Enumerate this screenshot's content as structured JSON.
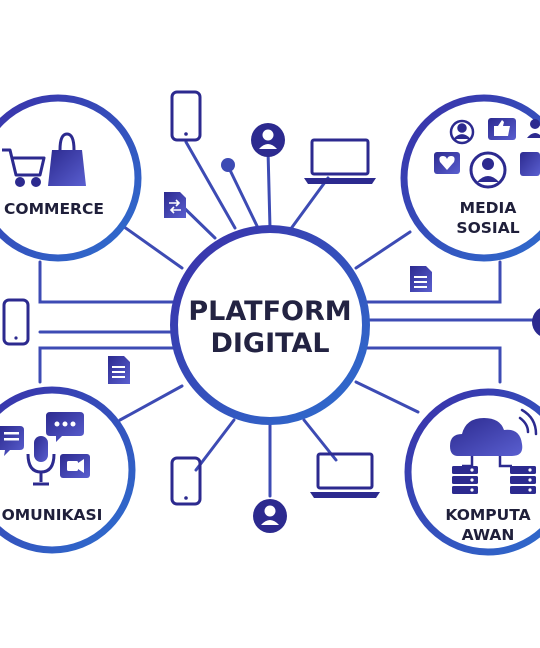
{
  "center": {
    "line1": "PLATFORM",
    "line2": "DIGITAL"
  },
  "nodes": {
    "ecommerce": {
      "line1": "COMMERCE"
    },
    "media_sosial": {
      "line1": "MEDIA",
      "line2": "SOSIAL"
    },
    "komunikasi": {
      "line1": "OMUNIKASI"
    },
    "komputasi_awan": {
      "line1": "KOMPUTA",
      "line2": "AWAN"
    }
  },
  "colors": {
    "line": "#3d4bb4",
    "ring_start": "#3b2fa8",
    "ring_end": "#2e6fcf",
    "icon_dark": "#2c2a8f",
    "icon_mid": "#4b3bb3",
    "icon_light": "#6a55c9"
  },
  "icons": [
    "shopping-cart-icon",
    "shopping-bag-icon",
    "smartphone-icon",
    "user-icon",
    "laptop-icon",
    "document-sync-icon",
    "document-icon",
    "chat-bubble-icon",
    "microphone-icon",
    "video-camera-icon",
    "cloud-icon",
    "server-icon",
    "like-icon",
    "heart-icon",
    "wifi-icon"
  ]
}
